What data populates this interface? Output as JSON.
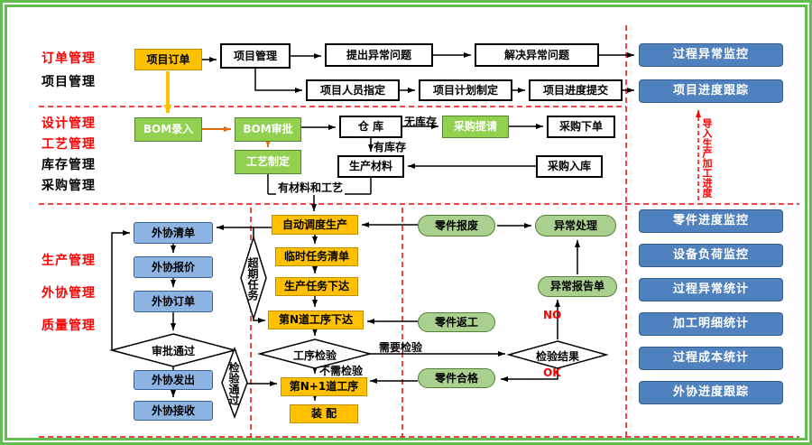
{
  "colors": {
    "frame_green": "#62BE4F",
    "accent_orange": "#FFC000",
    "accent_green": "#92D050",
    "stadium_green": "#A9D08E",
    "light_blue": "#8EB4E3",
    "steel_blue": "#4E81BD",
    "alert_red": "#FF0000",
    "black": "#000000"
  },
  "left_labels": [
    {
      "text": "订单管理",
      "color": "#FF0000"
    },
    {
      "text": "项目管理",
      "color": "#000000"
    },
    {
      "text": "设计管理",
      "color": "#FF0000"
    },
    {
      "text": "工艺管理",
      "color": "#FF0000"
    },
    {
      "text": "库存管理",
      "color": "#000000"
    },
    {
      "text": "采购管理",
      "color": "#000000"
    },
    {
      "text": "生产管理",
      "color": "#FF0000"
    },
    {
      "text": "外协管理",
      "color": "#FF0000"
    },
    {
      "text": "质量管理",
      "color": "#FF0000"
    }
  ],
  "top_flow": {
    "project_order": "项目订单",
    "project_mgmt": "项目管理",
    "raise_issue": "提出异常问题",
    "resolve_issue": "解决异常问题",
    "assign_staff": "项目人员指定",
    "plan_make": "项目计划制定",
    "progress_submit": "项目进度提交"
  },
  "design_flow": {
    "bom_entry": "BOM录入",
    "bom_approve": "BOM审批",
    "process_define": "工艺制定",
    "warehouse": "仓 库",
    "no_stock": "无库存",
    "purchase_request": "采购提请",
    "purchase_order": "采购下单",
    "has_stock": "有库存",
    "production_material": "生产材料",
    "purchase_inbound": "采购入库",
    "material_ready": "有材料和工艺"
  },
  "production_flow": {
    "auto_schedule": "自动调度生产",
    "temp_task_list": "临时任务清单",
    "task_release": "生产任务下达",
    "nth_release": "第N道工序下达",
    "overdue_task": "超期任务",
    "process_inspect": "工序检验",
    "need_inspect": "需要检验",
    "no_need_inspect": "不需检验",
    "next_process": "第N+1道工序",
    "assembly": "装  配",
    "inspect_pass": "检验通过"
  },
  "outsourcing_flow": {
    "list": "外协清单",
    "quote": "外协报价",
    "order": "外协订单",
    "approve": "审批通过",
    "send": "外协发出",
    "receive": "外协接收"
  },
  "quality_flow": {
    "part_scrap": "零件报废",
    "exception_handle": "异常处理",
    "exception_report": "异常报告单",
    "part_rework": "零件返工",
    "inspect_result": "检验结果",
    "part_ok": "零件合格",
    "no": "NO",
    "ok": "OK"
  },
  "right_panel": {
    "items": [
      "过程异常监控",
      "项目进度跟踪",
      "零件进度监控",
      "设备负荷监控",
      "过程异常统计",
      "加工明细统计",
      "过程成本统计",
      "外协进度跟踪"
    ],
    "vertical_note": "导入生产加工进度",
    "vertical_note_color": "#FF0000"
  }
}
